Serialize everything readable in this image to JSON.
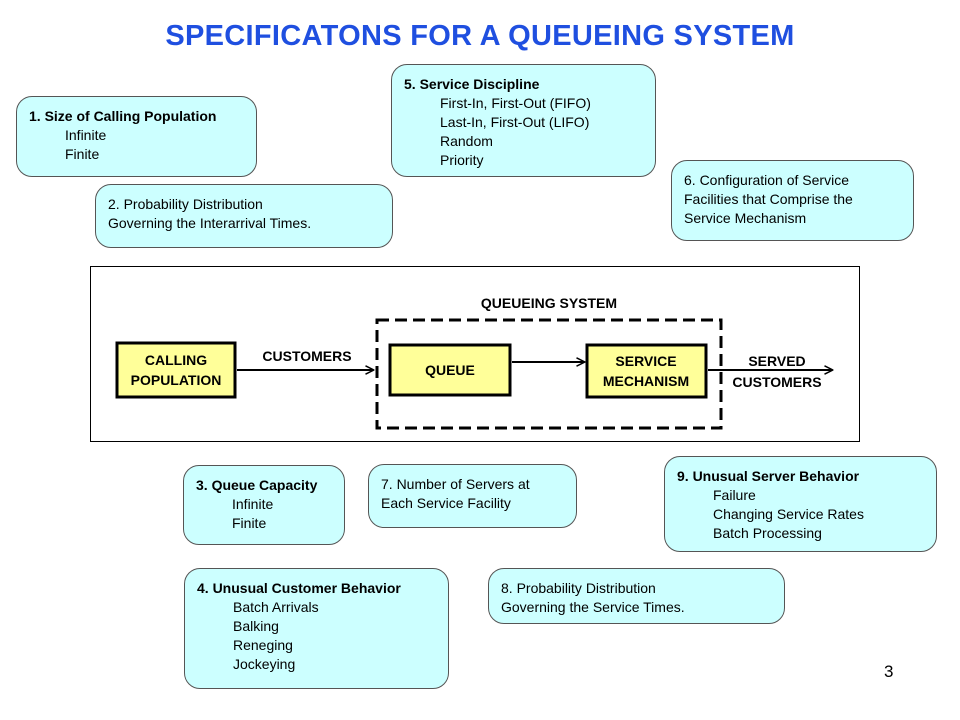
{
  "title": "SPECIFICATONS FOR A QUEUEING SYSTEM",
  "page_number": "3",
  "boxes": {
    "b1": {
      "head": "1. Size of Calling Population",
      "items": [
        "Infinite",
        "Finite"
      ]
    },
    "b2": {
      "lines": [
        "2. Probability Distribution",
        "Governing the Interarrival Times."
      ]
    },
    "b3": {
      "head": "3. Queue Capacity",
      "items": [
        "Infinite",
        "Finite"
      ]
    },
    "b4": {
      "head": "4. Unusual Customer Behavior",
      "items": [
        "Batch Arrivals",
        "Balking",
        "Reneging",
        "Jockeying"
      ]
    },
    "b5": {
      "head": "5. Service Discipline",
      "items": [
        "First-In, First-Out (FIFO)",
        "Last-In, First-Out (LIFO)",
        "Random",
        "Priority"
      ]
    },
    "b6": {
      "lines": [
        "6. Configuration of Service",
        "Facilities that Comprise the",
        "Service Mechanism"
      ]
    },
    "b7": {
      "lines": [
        "7. Number of Servers at",
        "Each Service Facility"
      ]
    },
    "b8": {
      "lines": [
        "8. Probability Distribution",
        "Governing the Service Times."
      ]
    },
    "b9": {
      "head": "9. Unusual Server Behavior",
      "items": [
        "Failure",
        "Changing Service Rates",
        "Batch Processing"
      ]
    }
  },
  "diagram": {
    "system_label": "QUEUEING SYSTEM",
    "calling_population": [
      "CALLING",
      "POPULATION"
    ],
    "customers_label": "CUSTOMERS",
    "queue_label": "QUEUE",
    "service_mechanism": [
      "SERVICE",
      "MECHANISM"
    ],
    "served_customers": [
      "SERVED",
      "CUSTOMERS"
    ],
    "colors": {
      "node_fill": "#ffff99",
      "box_fill": "#ccffff",
      "title": "#1f4fe0"
    }
  }
}
